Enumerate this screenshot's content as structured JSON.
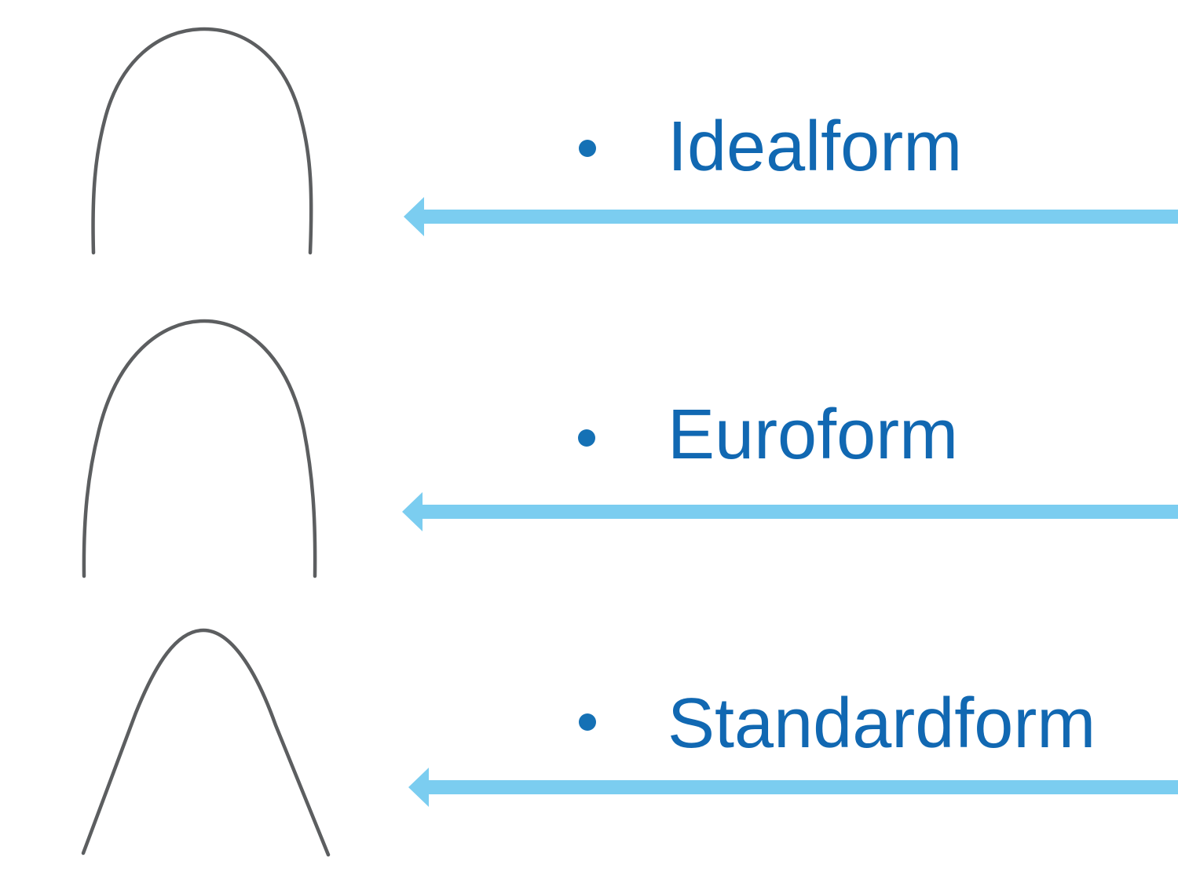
{
  "slide": {
    "background": "#ffffff",
    "rows": [
      {
        "label": "Idealform",
        "shape": "idealform-archwire"
      },
      {
        "label": "Euroform",
        "shape": "euroform-archwire"
      },
      {
        "label": "Standardform",
        "shape": "standardform-archwire"
      }
    ],
    "colors": {
      "label_text": "#1168b2",
      "bullet": "#1571b5",
      "arrow": "#7bcdf0",
      "wire": "#5c5e60"
    }
  }
}
